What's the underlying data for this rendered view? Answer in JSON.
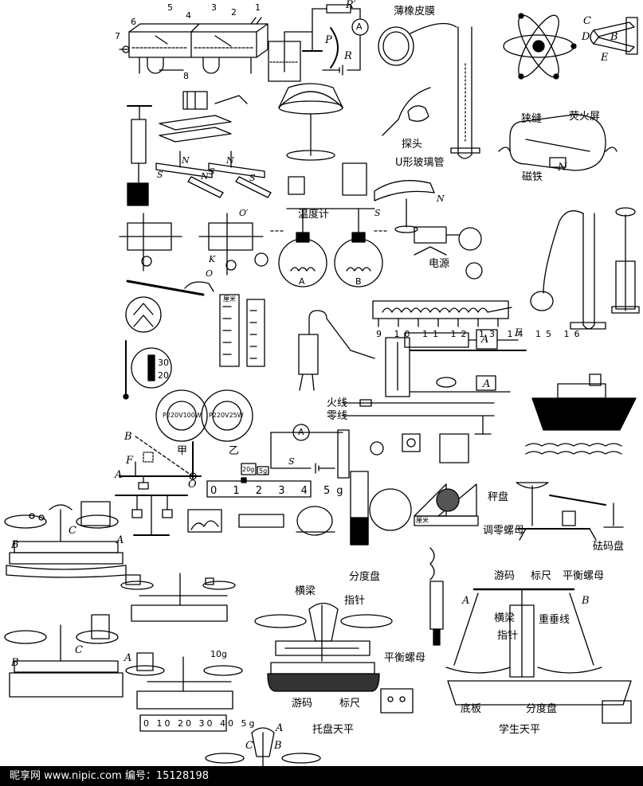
{
  "labels": {
    "num_1": "1",
    "num_2": "2",
    "num_3": "3",
    "num_4": "4",
    "num_5": "5",
    "num_6": "6",
    "num_7": "7",
    "num_8": "8",
    "R_prime": "R′",
    "P": "P",
    "R": "R",
    "A": "A",
    "thin_rubber_film": "薄橡皮膜",
    "probe": "探头",
    "u_tube": "U形玻璃管",
    "C": "C",
    "D": "D",
    "B": "B",
    "E": "E",
    "slit": "狭缝",
    "screen": "荧火屏",
    "magnet": "磁铁",
    "S": "S",
    "N": "N",
    "O": "O",
    "O_prime": "O′",
    "K": "K",
    "thermometer": "温度计",
    "flask_A": "A",
    "flask_B": "B",
    "power": "电源",
    "live_wire": "火线",
    "neutral_wire": "零线",
    "bulb_1": "P220V100W",
    "bulb_2": "P220V25W",
    "jia": "甲",
    "yi": "乙",
    "F": "F",
    "w_20g": "20g",
    "w_5g": "5g",
    "ruler_1": "0 1 2 3 4 5g",
    "ruler_2": "9 10 11 12 13 14 15 16",
    "ruler_3": "0 10 20 30 40 5g",
    "weight_10g": "10g",
    "scale_pan": "秤盘",
    "zero_nut": "调零螺母",
    "weight_pan": "砝码盘",
    "rider": "游码",
    "scale_bar": "标尺",
    "balance_nut": "平衡螺母",
    "beam": "横梁",
    "pointer": "指针",
    "plumb": "重垂线",
    "base": "底板",
    "dial": "分度盘",
    "student_balance": "学生天平",
    "tray_balance": "托盘天平",
    "thermo_30": "30",
    "thermo_20": "20",
    "cm": "厘米"
  },
  "watermark": "昵享网 www.nipic.com    编号：15128198"
}
